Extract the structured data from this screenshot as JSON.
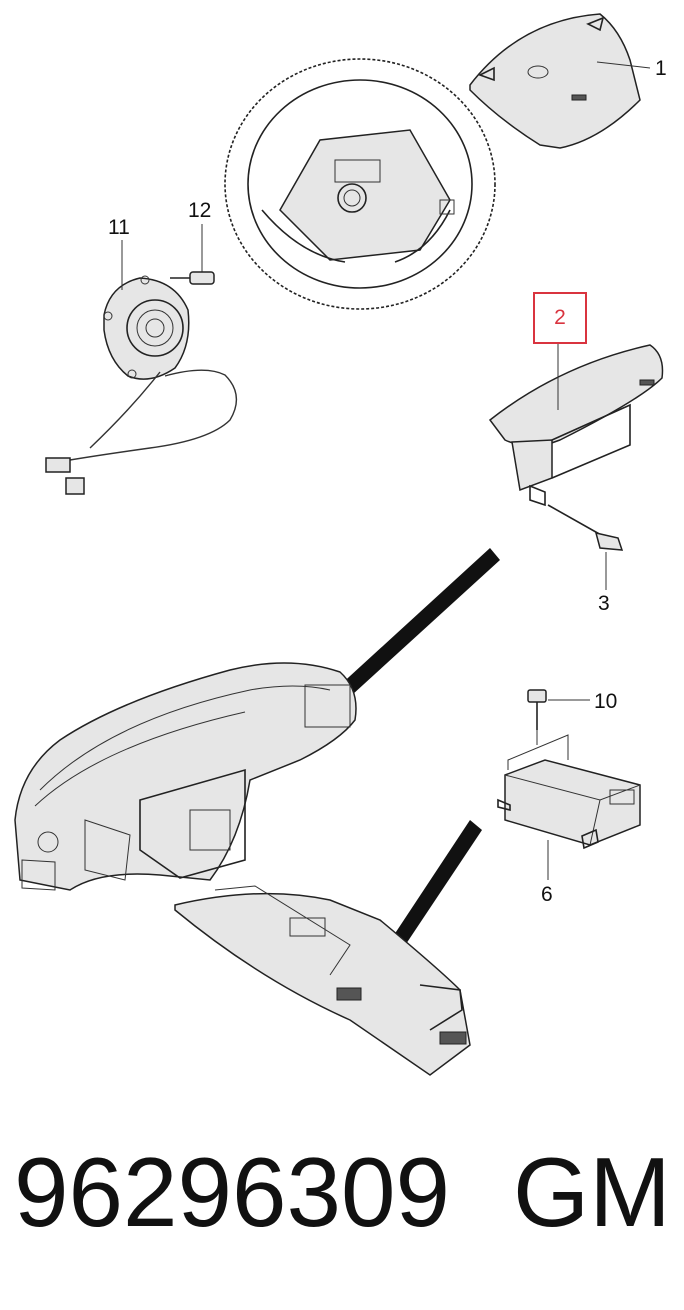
{
  "callouts": {
    "c1": "1",
    "c2": "2",
    "c3": "3",
    "c6": "6",
    "c10": "10",
    "c11": "11",
    "c12": "12"
  },
  "footer": {
    "part_number": "96296309",
    "brand": "GM"
  },
  "colors": {
    "highlight": "#d9343f",
    "ink": "#111111"
  }
}
